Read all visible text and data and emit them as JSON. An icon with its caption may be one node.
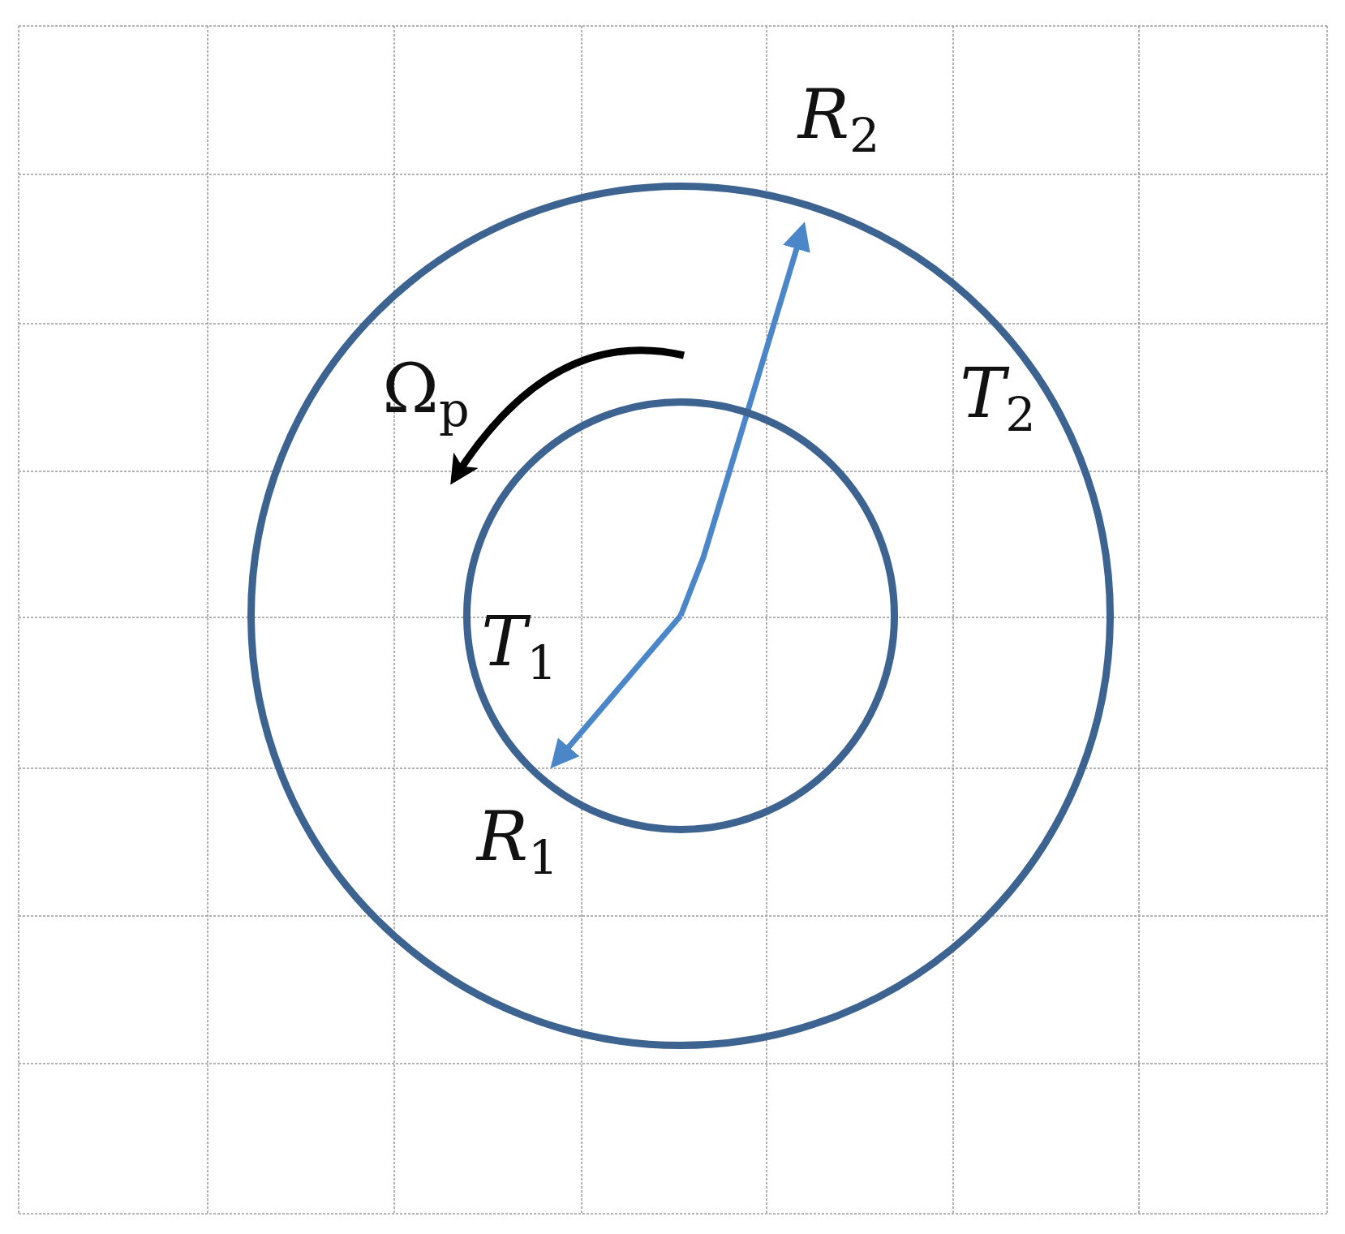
{
  "diagram": {
    "nodes": [
      {
        "text": [
          "*T*$_{2}$"
        ]
      },
      {
        "text": [
          "*T*$_{1}$"
        ],
        "in": 0
      }
    ],
    "labels": [
      "*R*$_{2}$",
      "Ω$_{p}$",
      "*R*$_{1}$"
    ]
  }
}
